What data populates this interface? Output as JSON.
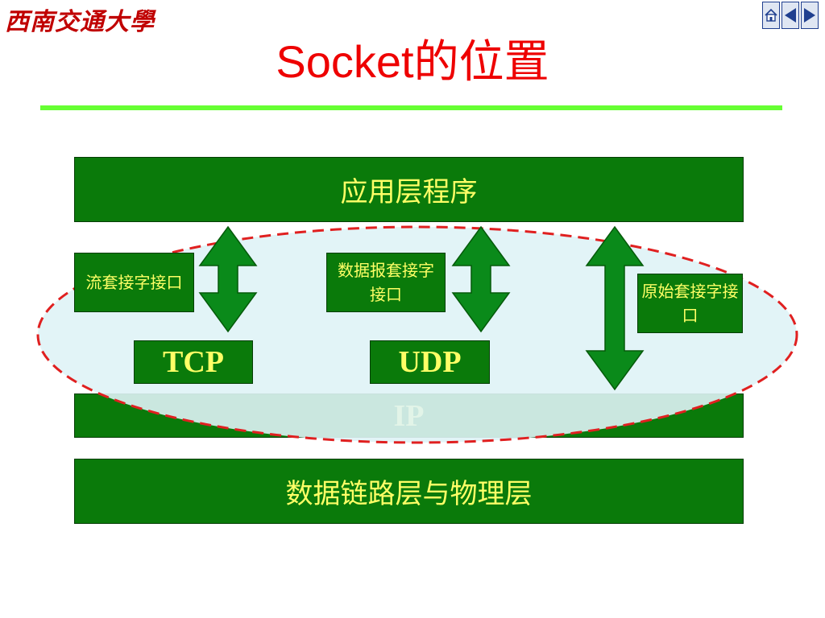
{
  "header": {
    "logo_text": "西南交通大學",
    "title": "Socket的位置",
    "nav": {
      "icons": [
        "home-icon",
        "back-arrow-icon",
        "forward-arrow-icon"
      ]
    }
  },
  "diagram": {
    "application_layer": "应用层程序",
    "stream_socket": "流套接字接口",
    "datagram_socket": "数据报套接字接口",
    "raw_socket": "原始套接字接口",
    "tcp": "TCP",
    "udp": "UDP",
    "ip": "IP",
    "datalink_layer": "数据链路层与物理层"
  },
  "colors": {
    "box_fill": "#0a7a0a",
    "box_text": "#ffff66",
    "title": "#ee0000",
    "rule": "#66ff33",
    "ellipse_fill": "#dff3f6",
    "ellipse_stroke": "#e02020"
  }
}
